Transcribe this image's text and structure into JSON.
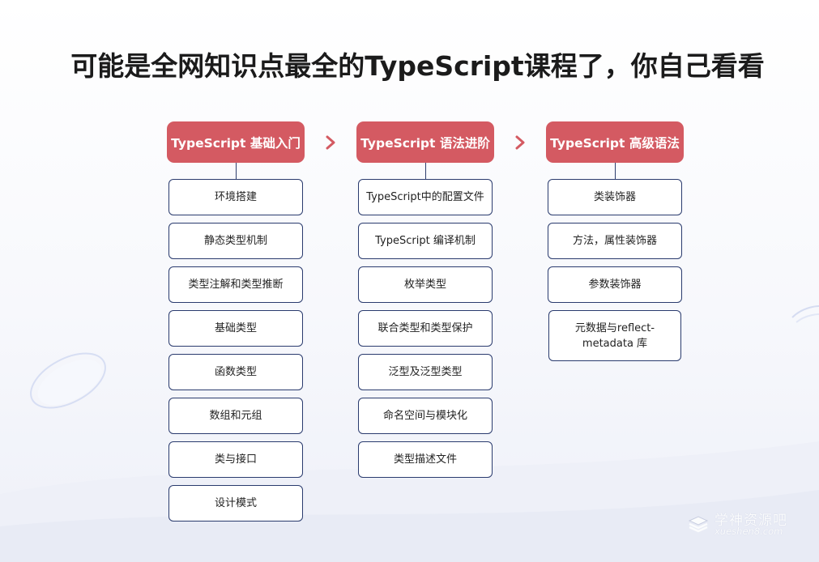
{
  "title": "可能是全网知识点最全的TypeScript课程了，你自己看看",
  "colors": {
    "header_bg": "#d45a62",
    "header_text": "#ffffff",
    "box_border": "#2a3b6e",
    "arrow": "#d45a62"
  },
  "columns": [
    {
      "header": "TypeScript 基础入门",
      "items": [
        "环境搭建",
        "静态类型机制",
        "类型注解和类型推断",
        "基础类型",
        "函数类型",
        "数组和元组",
        "类与接口",
        "设计模式"
      ]
    },
    {
      "header": "TypeScript 语法进阶",
      "items": [
        "TypeScript中的配置文件",
        "TypeScript 编译机制",
        "枚举类型",
        "联合类型和类型保护",
        "泛型及泛型类型",
        "命名空间与模块化",
        "类型描述文件"
      ]
    },
    {
      "header": "TypeScript 高级语法",
      "items": [
        "类装饰器",
        "方法，属性装饰器",
        "参数装饰器",
        "元数据与reflect-metadata 库"
      ]
    }
  ],
  "arrows": [
    "chevron-right-icon",
    "chevron-right-icon"
  ],
  "watermark": {
    "cn": "学神资源吧",
    "en": "xueshen8.com"
  }
}
